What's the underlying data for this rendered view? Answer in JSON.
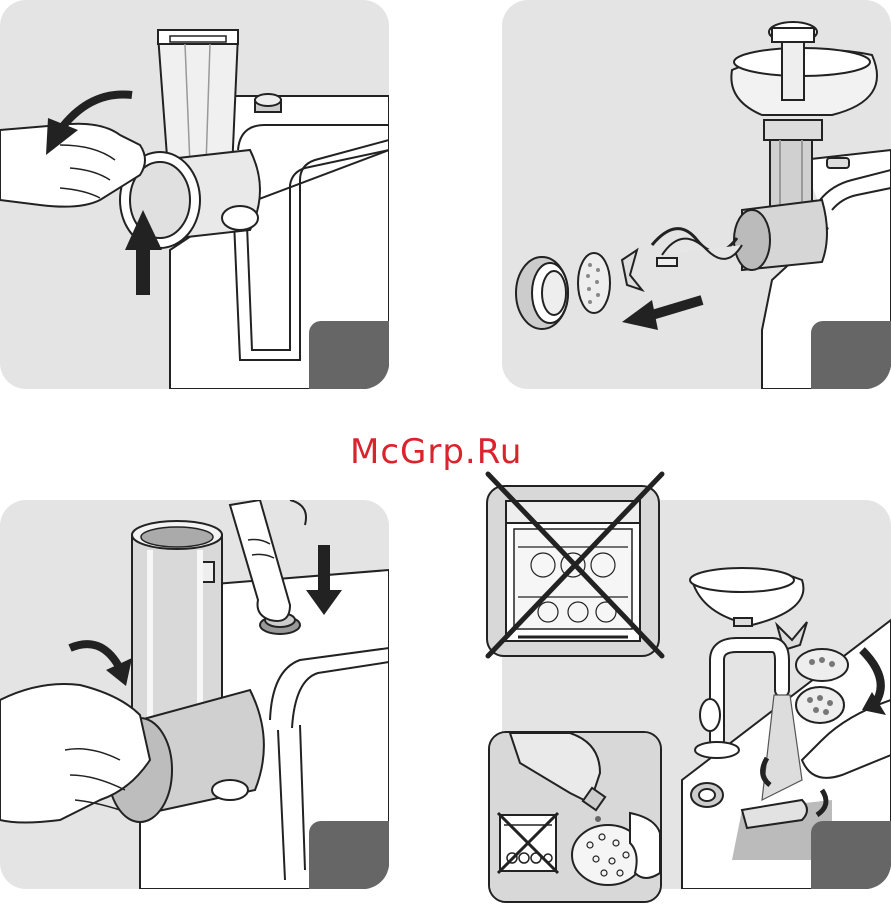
{
  "watermark": {
    "text": "McGrp.Ru",
    "color": "#d9232d"
  },
  "colors": {
    "panel_bg": "#e4e4e4",
    "step_tab": "#666666",
    "line": "#222222"
  },
  "panels": [
    {
      "id": "panel-1",
      "icon": "slicer-removal-illustration"
    },
    {
      "id": "panel-2",
      "icon": "meat-grinder-disassembly-illustration"
    },
    {
      "id": "panel-3",
      "icon": "slicer-release-button-illustration"
    },
    {
      "id": "panel-4",
      "icon": "hand-wash-parts-illustration"
    }
  ],
  "insets": [
    {
      "id": "no-dishwasher",
      "icon": "dishwasher-crossed-icon"
    },
    {
      "id": "hand-wash-detergent",
      "icon": "detergent-sponge-icon"
    }
  ]
}
